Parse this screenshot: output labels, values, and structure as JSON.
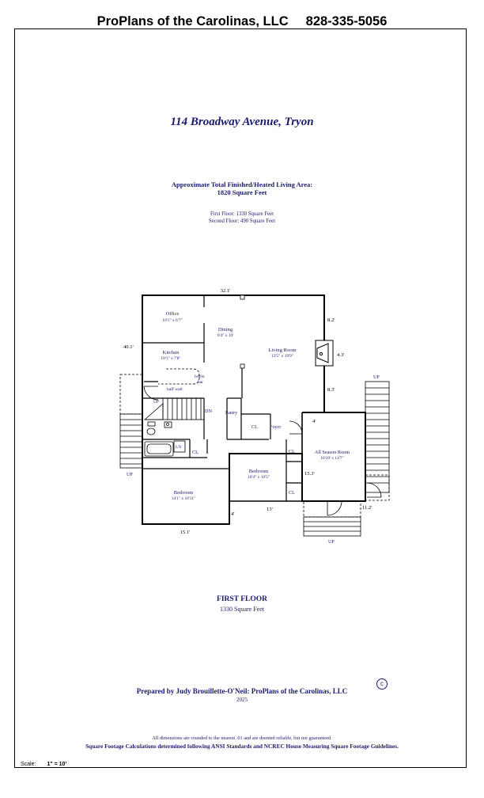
{
  "header": {
    "company": "ProPlans of the Carolinas, LLC",
    "phone": "828-335-5056"
  },
  "address": "114 Broadway Avenue, Tryon",
  "area": {
    "title": "Approximate Total Finished/Heated Living Area:",
    "total": "1820 Square Feet",
    "first": "First Floor:  1330 Square Feet",
    "second": "Second Floor:  490 Square Feet"
  },
  "rooms": {
    "office": {
      "name": "Office",
      "size": "10'1\" x 6'7\""
    },
    "dining": {
      "name": "Dining",
      "size": "6'4\" x 10'"
    },
    "kitchen": {
      "name": "Kitchen",
      "size": "10'1\" x 7'8\""
    },
    "living": {
      "name": "Living Room",
      "size": "13'5\" x 19'9\""
    },
    "allseason": {
      "name": "All Season Room",
      "size": "10'10' x 14'7\""
    },
    "bedroom1": {
      "name": "Bedroom",
      "size": "10'4\" x 10'5\""
    },
    "bedroom2": {
      "name": "Bedroom",
      "size": "14'1\" x 10'11\""
    }
  },
  "labels": {
    "brkfst": "brkfst",
    "bar": "bar",
    "halfwall": "half wall",
    "dn": "DN",
    "pantry": "Pantry",
    "cl": "CL",
    "foyer": "Foyer",
    "ln": "LN",
    "up": "UP"
  },
  "dims": {
    "top": "32.1'",
    "left": "40.1'",
    "r1": "8.2'",
    "fp": "4.3'",
    "r2": "8.3'",
    "d4a": "4'",
    "d153": "15.3'",
    "d13": "13'",
    "d4b": "4'",
    "d112": "11.2'",
    "d151": "15.1'"
  },
  "floor": {
    "name": "FIRST FLOOR",
    "area": "1330 Square Feet"
  },
  "prepared": "Prepared by Judy Brouillette-O'Neil: ProPlans of the Carolinas, LLC",
  "year": "2025",
  "copyright": "c",
  "disclaimer": "All dimensions are rounded to the nearest .01 and are deemed reliable, but not guaranteed.",
  "standards": "Square Footage Calculations determined following ANSI Standards and NCREC House Measuring Square Footage Guidelines.",
  "scale": {
    "label": "Scale:",
    "value": "1\" = 10'"
  }
}
